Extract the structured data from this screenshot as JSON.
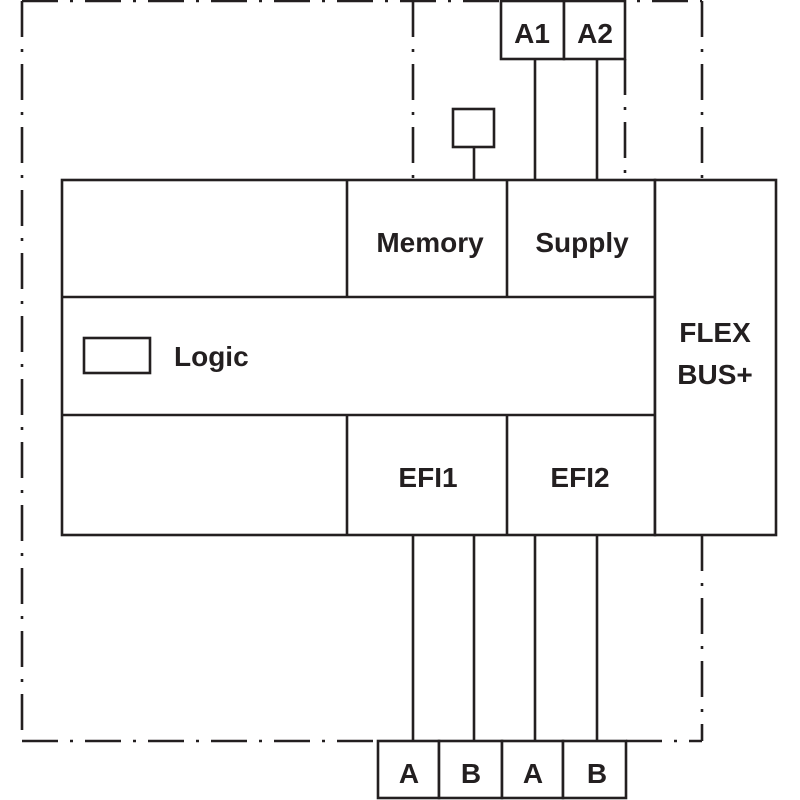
{
  "diagram": {
    "title": "",
    "colors": {
      "line": "#231f20",
      "background": "#ffffff"
    },
    "blocks": {
      "memory": "Memory",
      "supply": "Supply",
      "logic": "Logic",
      "efi1": "EFI1",
      "efi2": "EFI2",
      "flexbus_line1": "FLEX",
      "flexbus_line2": "BUS+"
    },
    "terminals_top": [
      {
        "label": "A1"
      },
      {
        "label": "A2"
      }
    ],
    "terminals_bottom": [
      {
        "label": "A",
        "group": "EFI1"
      },
      {
        "label": "B",
        "group": "EFI1"
      },
      {
        "label": "A",
        "group": "EFI2"
      },
      {
        "label": "B",
        "group": "EFI2"
      }
    ],
    "boundaries": [
      {
        "name": "module-housing",
        "style": "dash-dot"
      },
      {
        "name": "power-section",
        "style": "dash-dot"
      }
    ],
    "icons": [
      "memory-plug-icon",
      "logic-indicator-icon"
    ]
  }
}
